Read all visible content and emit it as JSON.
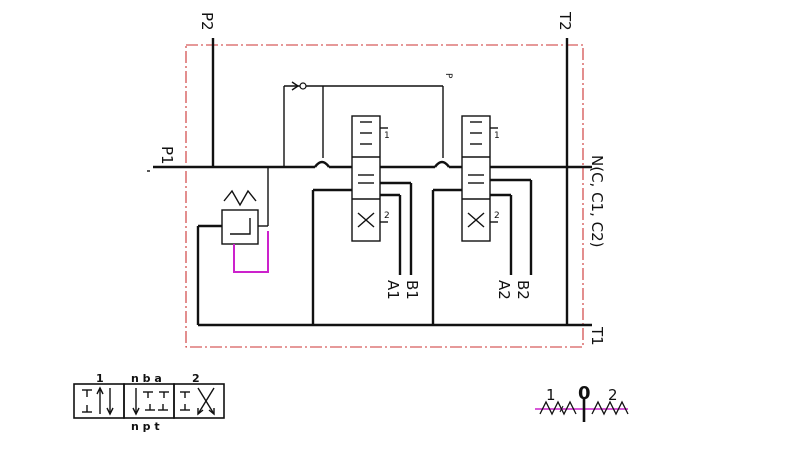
{
  "ports": {
    "p2": "P2",
    "t2": "T2",
    "p1": "P1",
    "n": "N(C, C1, C2)",
    "t1": "T1",
    "p_small": "P",
    "a1": "A1",
    "b1": "B1",
    "a2": "A2",
    "b2": "B2"
  },
  "valve_marks": {
    "one": "1",
    "two": "2"
  },
  "legend_symbol": {
    "pos1": "1",
    "top_labels": "n b a",
    "pos2": "2",
    "bottom_labels": "n p t"
  },
  "detent": {
    "pos1": "1",
    "pos0": "0",
    "pos2": "2"
  },
  "colors": {
    "frame": "#cc3333",
    "pilot": "#cc22cc",
    "line": "#111111"
  }
}
